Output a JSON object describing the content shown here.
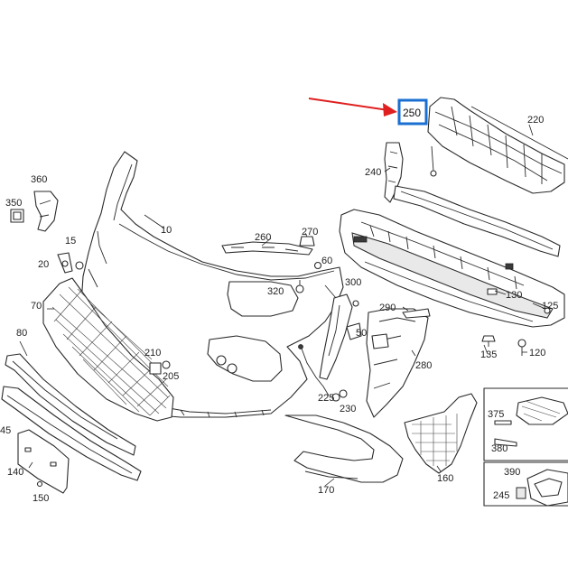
{
  "colors": {
    "highlight_box": "#1a6fd1",
    "arrow": "#e02020",
    "line": "#2a2a2a",
    "background": "#ffffff"
  },
  "highlighted_callout": "250",
  "callouts": {
    "c10": "10",
    "c15": "15",
    "c20": "20",
    "c45": "45",
    "c50": "50",
    "c60": "60",
    "c70": "70",
    "c80": "80",
    "c120": "120",
    "c125": "125",
    "c130": "130",
    "c135": "135",
    "c140": "140",
    "c150": "150",
    "c160": "160",
    "c170": "170",
    "c205": "205",
    "c210": "210",
    "c220": "220",
    "c225": "225",
    "c230": "230",
    "c240": "240",
    "c245": "245",
    "c260": "260",
    "c270": "270",
    "c280": "280",
    "c290": "290",
    "c300": "300",
    "c320": "320",
    "c350": "350",
    "c360": "360",
    "c375": "375",
    "c380": "380",
    "c390": "390"
  }
}
